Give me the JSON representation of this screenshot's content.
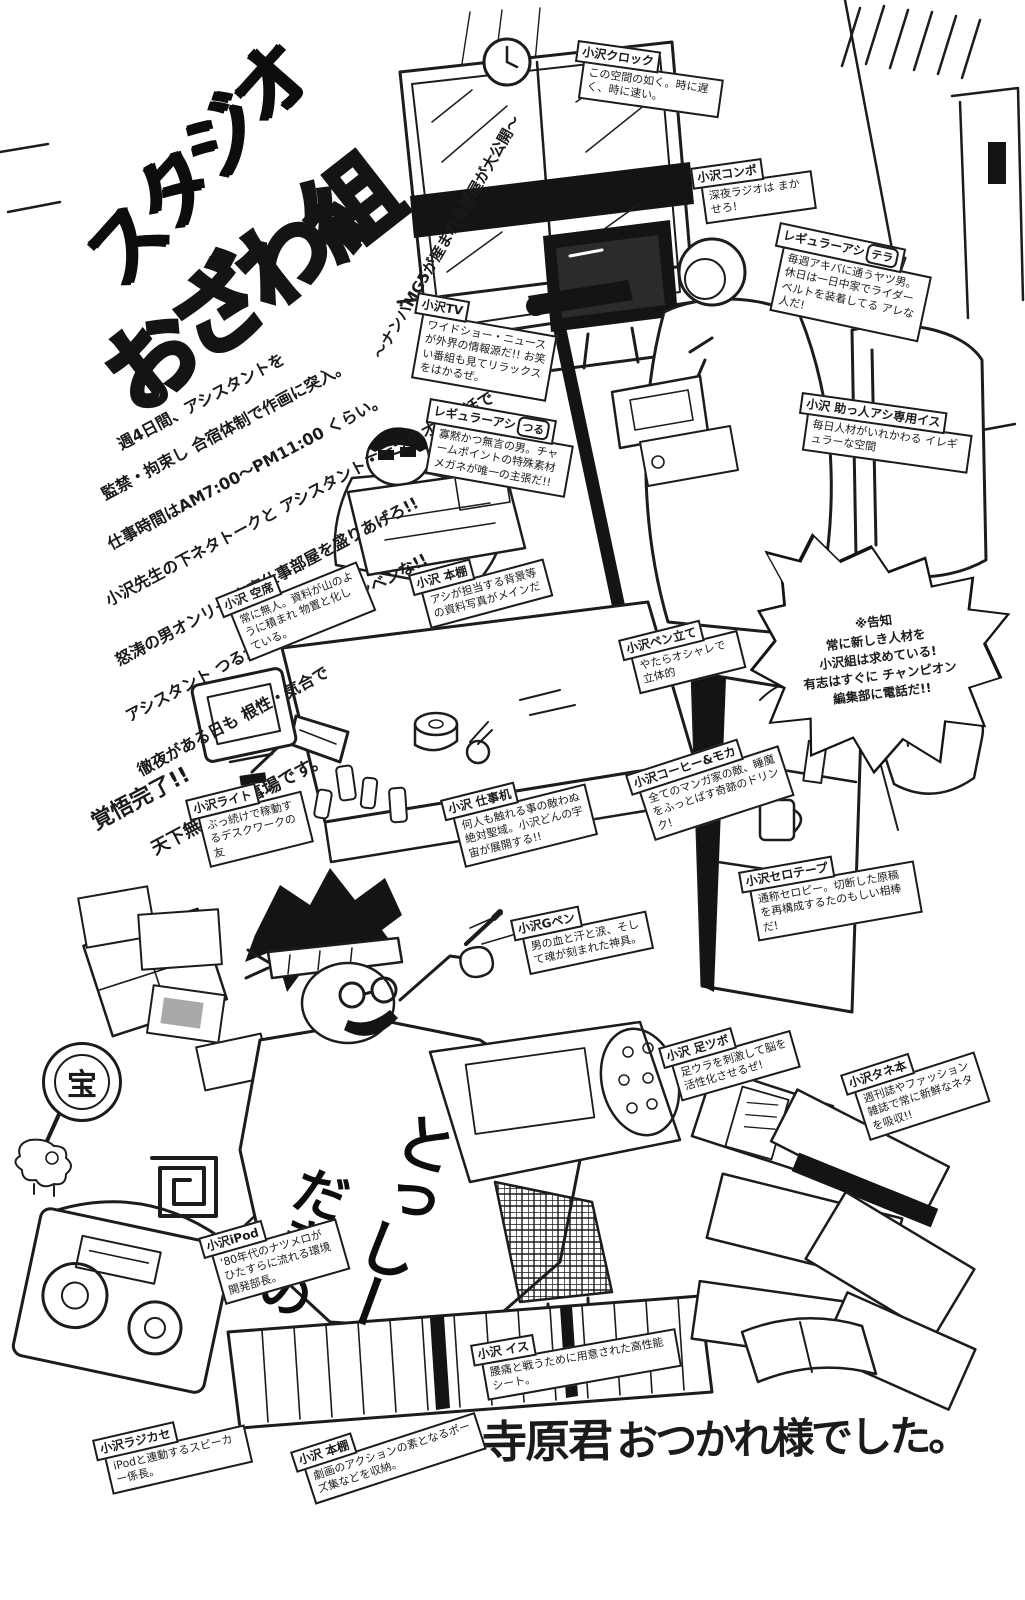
{
  "page": {
    "title": {
      "line1": "スタジオ",
      "line2": "おざわ組",
      "subtitle": "〜ナンバMG5が産まれる部屋が大公開〜"
    },
    "intro": {
      "lines": [
        "週4日間、アシスタントを",
        "監禁・拘束し 合宿体制で作画に突入。",
        "仕事時間はAM7:00〜PM11:00 くらい。",
        "小沢先生の下ネタトークと アシスタント・テラのオタク話で",
        "怒涛の男オンリー 密室仕事部屋を盛りあげろ!!",
        "アシスタント つるが無口なのは、カンベンな!!",
        "徹夜がある日も 根性・気合で",
        "覚悟完了!!",
        "天下無敵の仕事場です。"
      ]
    },
    "character": {
      "jacket_col1": "とっしー",
      "jacket_col2": "だきの",
      "fan_text": "宝"
    },
    "closing": {
      "name": "寺原君",
      "message": "おつかれ様でした。"
    }
  },
  "announcement": {
    "heading": "※告知",
    "lines": [
      "常に新しき人材を",
      "小沢組は求めている!",
      "有志はすぐに チャンピオン",
      "編集部に電話だ!!"
    ]
  },
  "labels": [
    {
      "title": "小沢クロック",
      "body": "この空間の如く。時に遅く、時に速い。"
    },
    {
      "title": "小沢コンポ",
      "body": "深夜ラジオは まかせろ!"
    },
    {
      "title": "レギュラーアシ",
      "tag": "テラ",
      "body": "毎週アキバに通うヤツ男。休日は一日中家でライダーベルトを装着してる アレな人だ!"
    },
    {
      "title": "小沢TV",
      "body": "ワイドショー・ニュースが外界の情報源だ!! お笑い番組も見てリラックスをはかるぜ。"
    },
    {
      "title": "レギュラーアシ",
      "tag": "つる",
      "body": "寡黙かつ無言の男。チャームポイントの特殊素材メガネが唯一の主張だ!!"
    },
    {
      "title": "小沢 助っ人アシ専用イス",
      "body": "毎日人材がいれかわる イレギュラーな空間"
    },
    {
      "title": "小沢 空席",
      "body": "常に無人。資料が山のように積まれ 物置と化している。"
    },
    {
      "title": "小沢 本棚",
      "body": "アシが担当する背景等の資料写真がメインだ"
    },
    {
      "title": "小沢ペン立て",
      "body": "やたらオシャレで立体的"
    },
    {
      "title": "小沢コーヒー&モカ",
      "body": "全てのマンガ家の敵、睡魔をふっとばす奇跡のドリンク!"
    },
    {
      "title": "小沢ライト",
      "body": "ぶっ続けで稼動するデスクワークの友"
    },
    {
      "title": "小沢 仕事机",
      "body": "何人も触れる事の敵わぬ絶対聖域。小沢どんの宇宙が展開する!!"
    },
    {
      "title": "小沢セロテープ",
      "body": "通称セロピー。切断した原稿を再構成するたのもしい相棒だ!"
    },
    {
      "title": "小沢Gペン",
      "body": "男の血と汗と涙、そして魂が刻まれた神具。"
    },
    {
      "title": "小沢 足ツボ",
      "body": "足ウラを刺激して脳を活性化させるぜ!"
    },
    {
      "title": "小沢タネ本",
      "body": "週刊誌やファッション雑誌で常に新鮮なネタを吸収!!"
    },
    {
      "title": "小沢iPod",
      "body": "'80年代のナツメロがひたすらに流れる環境開発部長。"
    },
    {
      "title": "小沢 イス",
      "body": "腰痛と戦うために用意された高性能シート。"
    },
    {
      "title": "小沢ラジカセ",
      "body": "iPodと連動するスピーカー係長。"
    },
    {
      "title": "小沢 本棚",
      "body": "劇画のアクションの素となるポーズ集などを収納。"
    }
  ]
}
